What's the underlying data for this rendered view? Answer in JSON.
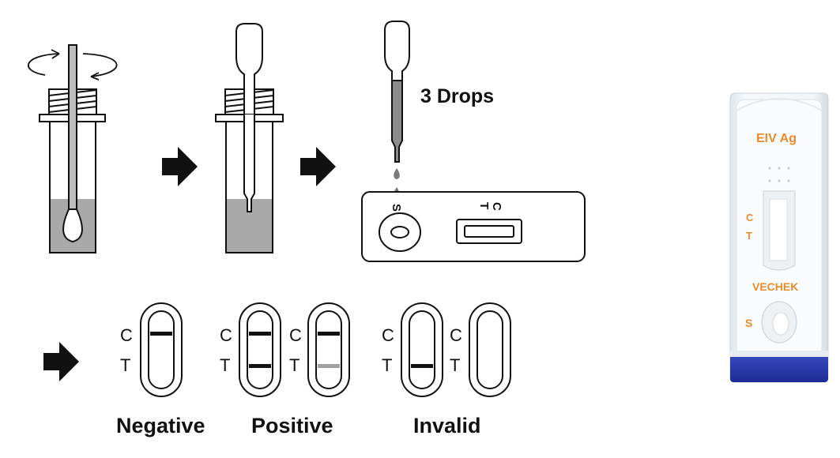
{
  "steps": {
    "drops_label": "3 Drops",
    "cassette_sample_mark": "S",
    "cassette_control_mark": "C",
    "cassette_test_mark": "T"
  },
  "results": {
    "strip_c_label": "C",
    "strip_t_label": "T",
    "negative_label": "Negative",
    "positive_label": "Positive",
    "invalid_label": "Invalid"
  },
  "device": {
    "product_name": "EIV Ag",
    "control_mark": "C",
    "test_mark": "T",
    "brand": "VECHEK",
    "sample_mark": "S"
  },
  "colors": {
    "line_dark": "#111111",
    "liquid_gray": "#a9a9a9",
    "pipette_gray": "#8c8c8c",
    "faint_test_line": "#a0a0a0",
    "device_label_orange": "#e88c2a",
    "device_base_blue": "#2333a8"
  }
}
